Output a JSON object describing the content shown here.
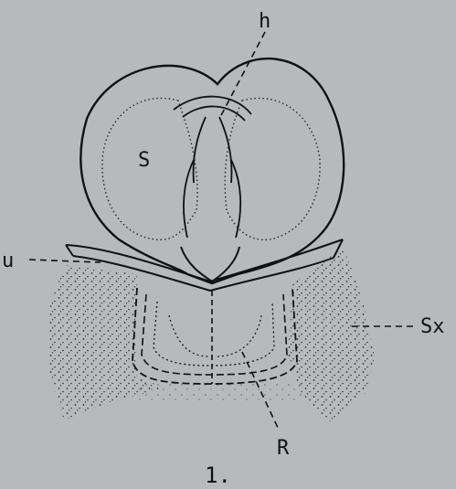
{
  "figure": {
    "number": "1.",
    "labels": {
      "h": "h",
      "s": "S",
      "u": "u",
      "sx": "Sx",
      "r": "R"
    }
  },
  "colors": {
    "background": "#b7babd",
    "ink": "#111111"
  }
}
